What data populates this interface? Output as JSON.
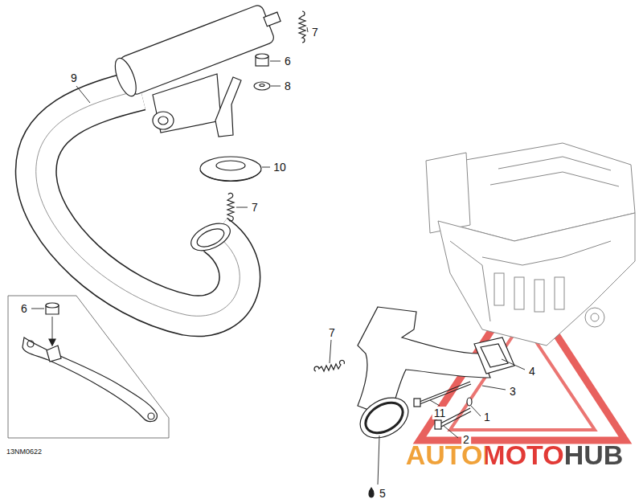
{
  "diagram": {
    "labels": [
      "7",
      "6",
      "8",
      "9",
      "10",
      "7",
      "6",
      "7",
      "4",
      "3",
      "1",
      "11",
      "2",
      "5",
      "13NM0622",
      "AUTOMOTOHUB"
    ]
  }
}
